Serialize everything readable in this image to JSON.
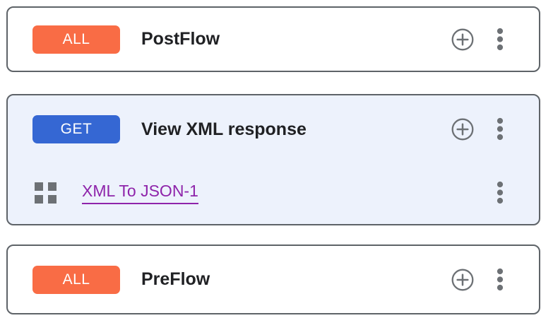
{
  "flows": [
    {
      "method": "ALL",
      "name": "PostFlow",
      "selected": false
    },
    {
      "method": "GET",
      "name": "View XML response",
      "selected": true,
      "policies": [
        {
          "name": "XML To JSON-1"
        }
      ]
    },
    {
      "method": "ALL",
      "name": "PreFlow",
      "selected": false
    }
  ],
  "icons": {
    "add": "add-circle-outline-icon",
    "menu": "more-vert-icon",
    "policy": "grid-icon"
  },
  "colors": {
    "method_all_bg": "#F96C45",
    "method_get_bg": "#3567D3",
    "policy_link": "#8E24AA",
    "card_border": "#5E6368",
    "selected_flow_bg": "#EDF2FC",
    "icon_gray": "#6D7175",
    "flow_name_text": "#202124",
    "badge_text": "#FFFFFF"
  }
}
